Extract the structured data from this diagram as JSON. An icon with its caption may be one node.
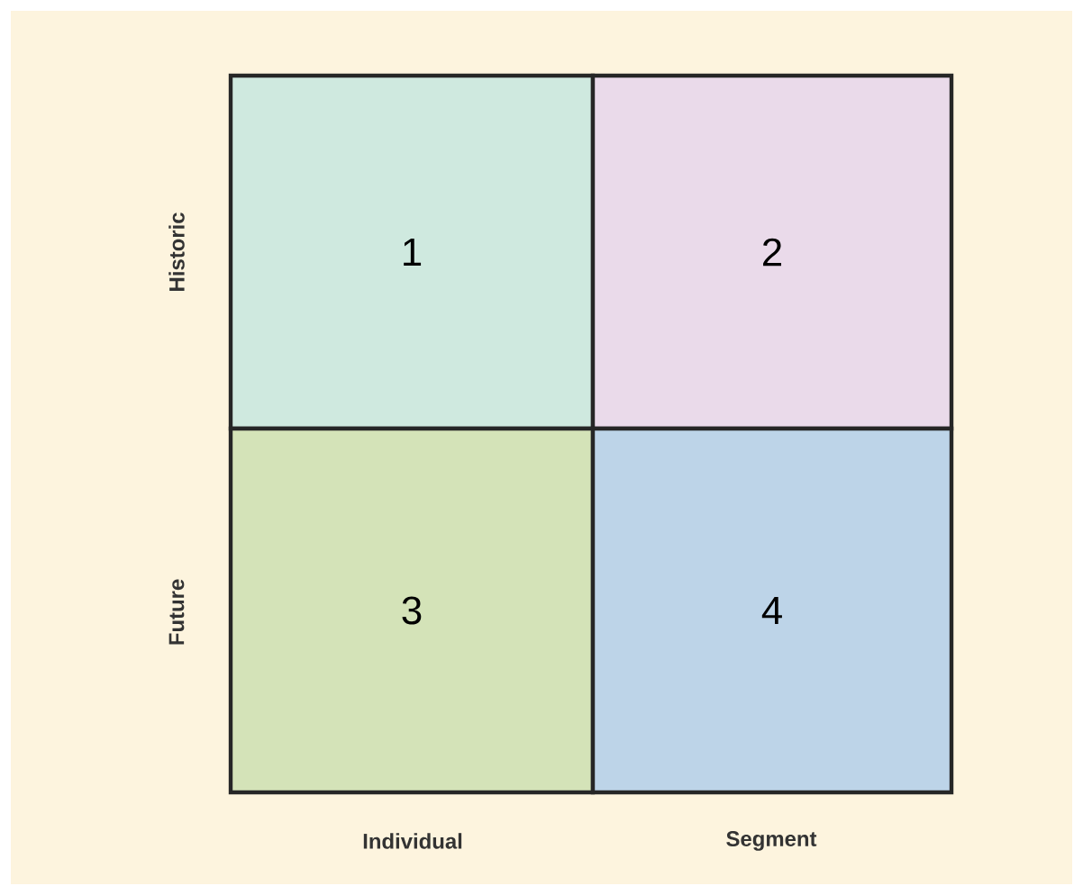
{
  "diagram": {
    "nodes": [
      {
        "text": [
          "1"
        ]
      },
      {
        "text": [
          "2"
        ]
      },
      {
        "text": [
          "3"
        ]
      },
      {
        "text": [
          "4"
        ]
      }
    ],
    "labels": [
      "Historic",
      "Future",
      "Individual",
      "Segment"
    ]
  }
}
